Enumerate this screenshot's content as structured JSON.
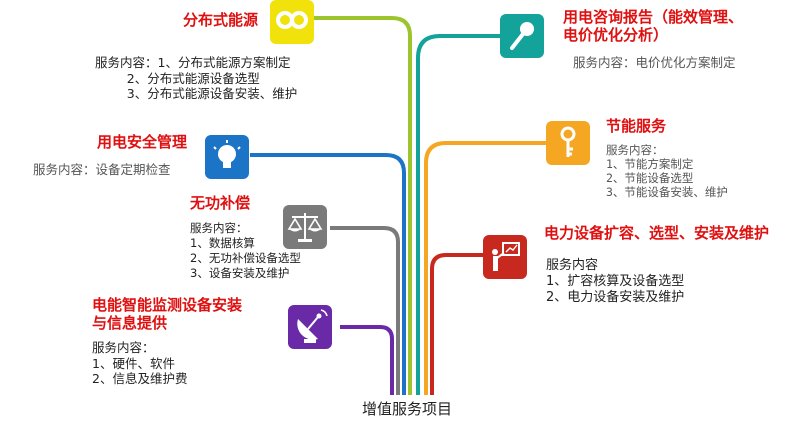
{
  "bottom_label": "增值服务项目",
  "services": [
    {
      "title": "分布式能源",
      "color": "#f0e20a",
      "icon": "infinity-icon",
      "body": "服务内容：1、分布式能源方案制定\n        2、分布式能源设备选型\n        3、分布式能源设备安装、维护"
    },
    {
      "title": "用电安全管理",
      "color": "#1b74c6",
      "icon": "light-bulb-icon",
      "body": "服务内容：设备定期检查"
    },
    {
      "title": "无功补偿",
      "color": "#7a7a7a",
      "icon": "scales-icon",
      "body": "服务内容：\n1、数据核算\n2、无功补偿设备选型\n3、设备安装及维护"
    },
    {
      "title": "电能智能监测设备安装\n与信息提供",
      "color": "#6a2aa8",
      "icon": "satellite-dish-icon",
      "body": "服务内容：\n1、硬件、软件\n2、信息及维护费"
    },
    {
      "title": "用电咨询报告（能效管理、\n电价优化分析）",
      "color": "#14a39a",
      "icon": "microphone-icon",
      "body": "服务内容：电价优化方案制定"
    },
    {
      "title": "节能服务",
      "color": "#f5a623",
      "icon": "key-icon",
      "body": "服务内容：\n1、节能方案制定\n2、节能设备选型\n3、节能设备安装、维护"
    },
    {
      "title": "电力设备扩容、选型、安装及维护",
      "color": "#c8291e",
      "icon": "presenter-icon",
      "body": "服务内容\n1、扩容核算及设备选型\n2、电力设备安装及维护"
    }
  ]
}
